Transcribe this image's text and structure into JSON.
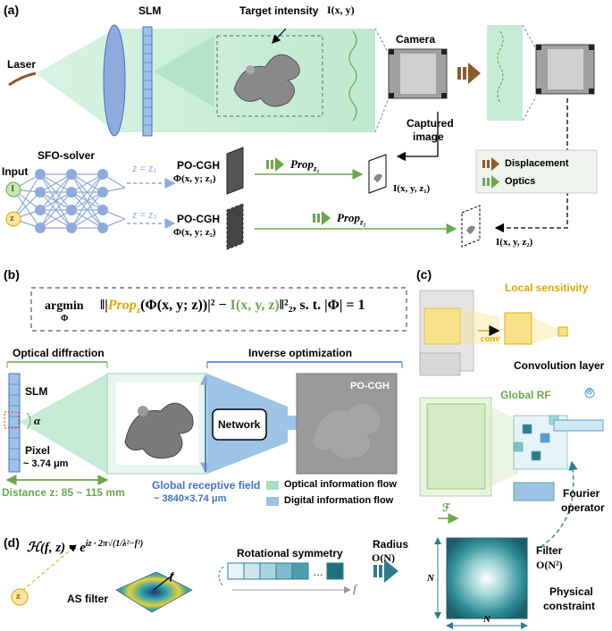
{
  "panels": {
    "a": "(a)",
    "b": "(b)",
    "c": "(c)",
    "d": "(d)"
  },
  "a": {
    "slm": "SLM",
    "target": "Target intensity",
    "target_math": "I(x, y)",
    "laser": "Laser",
    "camera": "Camera",
    "captured": "Captured",
    "image": "image",
    "sfo": "SFO-solver",
    "input": "Input",
    "node_I": "I",
    "node_z": "z",
    "z1": "z = z₁",
    "z2": "z = z₂",
    "pocgh1": "PO-CGH",
    "pocgh1_math": "Φ(x, y; z₁)",
    "pocgh2": "PO-CGH",
    "pocgh2_math": "Φ(x, y; z₂)",
    "prop1": "Prop",
    "prop1_sub": "z₁",
    "prop2": "Prop",
    "prop2_sub": "z₂",
    "I1": "I(x, y, z₁)",
    "I2": "I(x, y, z₂)",
    "legend_displacement": "Displacement",
    "legend_optics": "Optics"
  },
  "b": {
    "argmin": "argmin",
    "argmin_sub": "Φ",
    "eq_prop": "Prop",
    "eq_prop_sub": "z",
    "eq_arg": "(Φ(x, y; z))",
    "eq_mid": "−",
    "eq_I": "I(x, y, z)",
    "eq_st": ", s. t. |Φ| = 1",
    "optical": "Optical diffraction",
    "inverse": "Inverse optimization",
    "slm": "SLM",
    "alpha": "α",
    "pixel": "Pixel",
    "pixel_val": "~ 3.74 μm",
    "network": "Network",
    "pocgh": "PO-CGH",
    "distance": "Distance z: 85 ~ 115 mm",
    "grf": "Global receptive field",
    "grf_val": "~ 3840×3.74 μm",
    "legend_optical": "Optical information flow",
    "legend_digital": "Digital information flow"
  },
  "c": {
    "local": "Local sensitivity",
    "conv": "conv",
    "conv_layer": "Convolution layer",
    "global_rf": "Global RF",
    "fourier_sym": "ℱ",
    "fourier1": "Fourier",
    "fourier2": "operator",
    "otimes": "⊗"
  },
  "d": {
    "formula_lhs": "ℋ(f, z) = e",
    "formula_exp": "iz · 2π√(1/λ²−f²)",
    "node_z": "z",
    "as_filter": "AS filter",
    "f": "f",
    "rot_sym": "Rotational symmetry",
    "f_axis": "f",
    "radius": "Radius",
    "radius_o": "O(N)",
    "filter": "Filter",
    "filter_o": "O(N²)",
    "N_left": "N",
    "N_bottom": "N",
    "physical1": "Physical",
    "physical2": "constraint"
  },
  "colors": {
    "green_beam": "#c6ecd6",
    "green_line": "#6aa84f",
    "blue_node": "#8faadc",
    "blue_digital": "#9dc3e6",
    "brown": "#8b5a2b",
    "gold": "#e0a800",
    "teal": "#2e7d8c"
  }
}
